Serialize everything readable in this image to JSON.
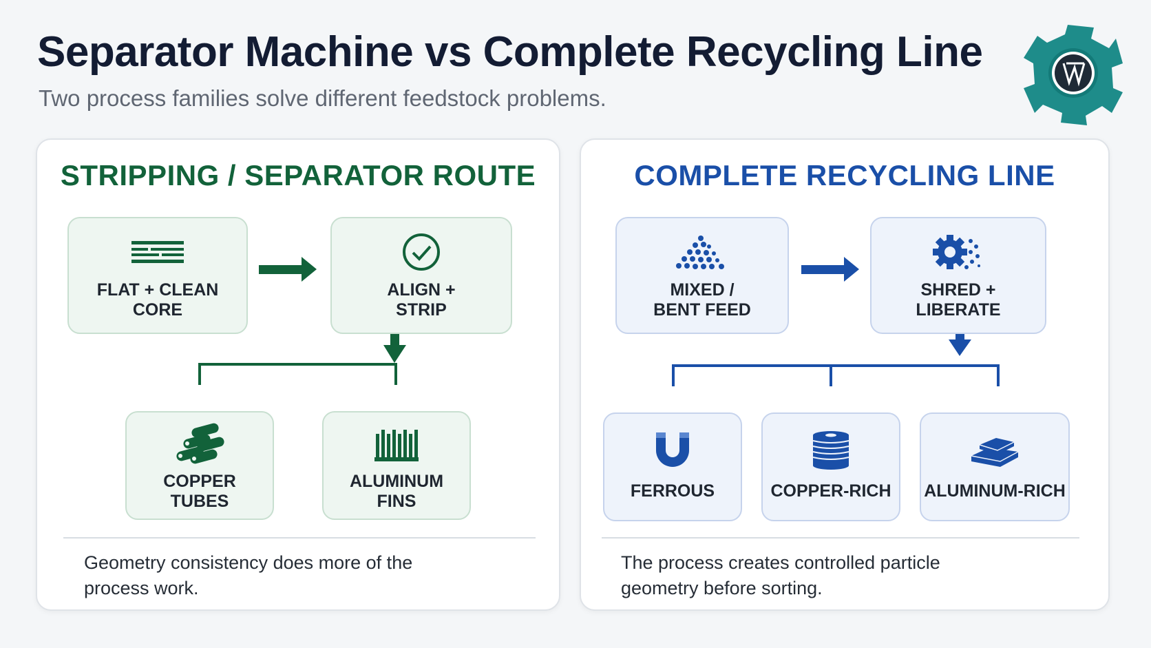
{
  "header": {
    "title": "Separator Machine vs Complete Recycling Line",
    "subtitle": "Two process families solve different feedstock problems."
  },
  "left_panel": {
    "title": "STRIPPING / SEPARATOR ROUTE",
    "color": "#12623a",
    "steps": [
      {
        "label": "FLAT + CLEAN\nCORE",
        "icon": "flat-lines-icon"
      },
      {
        "label": "ALIGN +\nSTRIP",
        "icon": "check-circle-icon"
      }
    ],
    "outputs": [
      {
        "label": "COPPER\nTUBES",
        "icon": "copper-tubes-icon"
      },
      {
        "label": "ALUMINUM\nFINS",
        "icon": "aluminum-fins-icon"
      }
    ],
    "note": "Geometry consistency does more of the process work."
  },
  "right_panel": {
    "title": "COMPLETE RECYCLING LINE",
    "color": "#1a4fa8",
    "steps": [
      {
        "label": "MIXED /\nBENT FEED",
        "icon": "particle-pile-icon"
      },
      {
        "label": "SHRED +\nLIBERATE",
        "icon": "shredder-gear-icon"
      }
    ],
    "outputs": [
      {
        "label": "FERROUS",
        "icon": "magnet-icon"
      },
      {
        "label": "COPPER-RICH",
        "icon": "copper-coil-icon"
      },
      {
        "label": "ALUMINUM-RICH",
        "icon": "aluminum-ingot-icon"
      }
    ],
    "note": "The process creates controlled particle geometry before sorting."
  },
  "logo": {
    "icon": "gear-logo-icon",
    "color": "#1e8c8a"
  }
}
